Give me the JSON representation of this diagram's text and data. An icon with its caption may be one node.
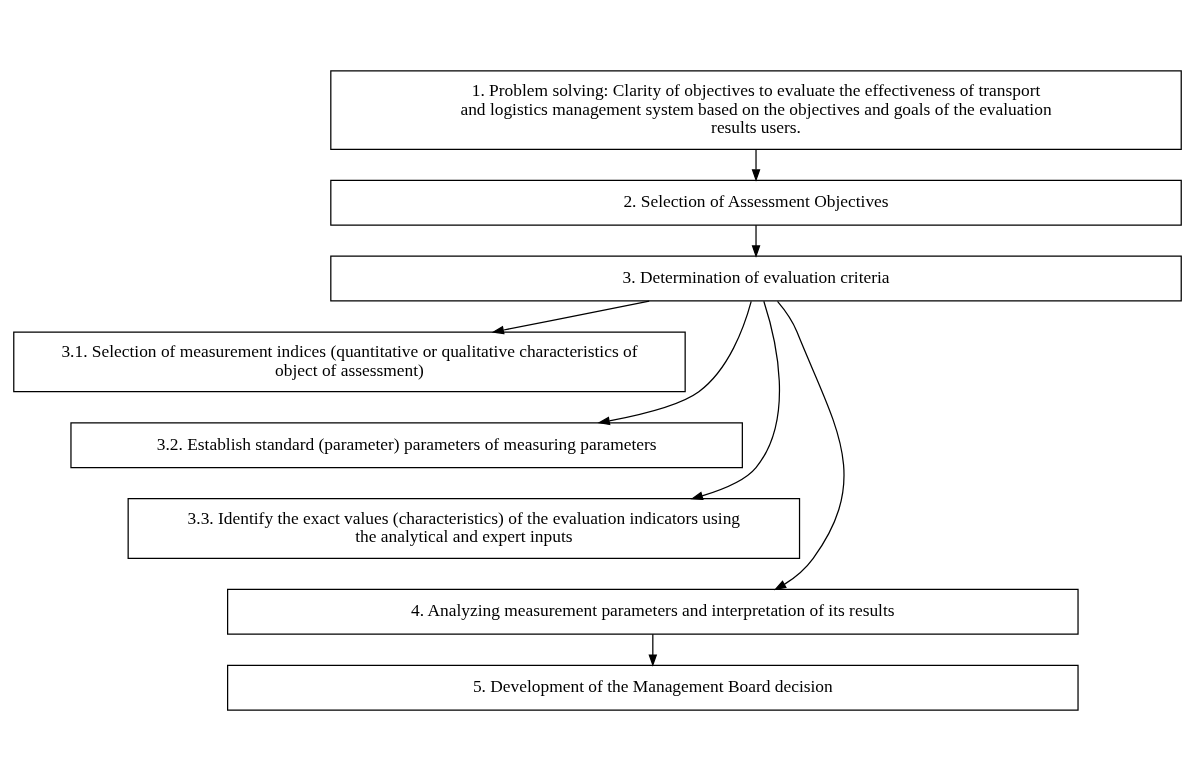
{
  "diagram": {
    "nodes": [
      {
        "text": [
          "1. Problem solving: Clarity of objectives to evaluate the effectiveness of transport and logistics management system based on the objectives and goals of the evaluation results users."
        ]
      },
      {
        "text": [
          "2. Selection of Assessment Objectives"
        ]
      },
      {
        "text": [
          "3. Determination of evaluation criteria"
        ]
      },
      {
        "text": [
          "3.1. Selection of measurement indices (quantitative or qualitative characteristics of object of assessment)"
        ]
      },
      {
        "text": [
          "3.2. Establish standard (parameter) parameters of measuring parameters"
        ]
      },
      {
        "text": [
          "3.3. Identify the exact values (characteristics) of the evaluation indicators using the analytical and expert inputs"
        ]
      },
      {
        "text": [
          "4. Analyzing measurement parameters and interpretation of its results"
        ]
      },
      {
        "text": [
          "5. Development of the Management Board decision"
        ]
      }
    ],
    "edges": [
      {
        "from": 0,
        "to": 1,
        "arrow": "to"
      },
      {
        "from": 1,
        "to": 2,
        "arrow": "to"
      },
      {
        "from": 2,
        "to": 3,
        "arrow": "to"
      },
      {
        "from": 2,
        "to": 4,
        "arrow": "to"
      },
      {
        "from": 2,
        "to": 5,
        "arrow": "to"
      },
      {
        "from": 2,
        "to": 6,
        "arrow": "to"
      },
      {
        "from": 6,
        "to": 7,
        "arrow": "to"
      }
    ]
  }
}
